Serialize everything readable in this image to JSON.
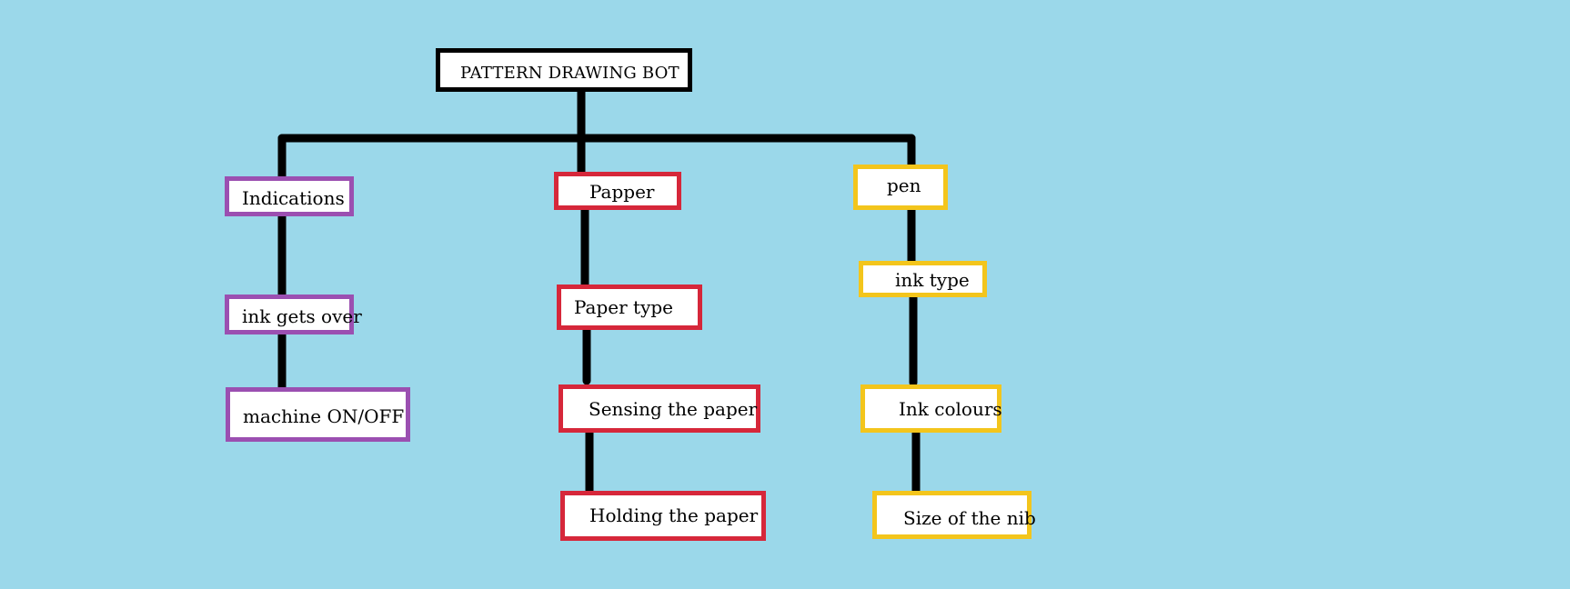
{
  "diagram": {
    "root": {
      "label": "PATTERN DRAWING BOT"
    },
    "branches": [
      {
        "color": "#9b4fb1",
        "nodes": [
          "Indications",
          "ink gets over",
          "machine ON/OFF"
        ]
      },
      {
        "color": "#d6273a",
        "nodes": [
          "Papper",
          "Paper type",
          "Sensing the paper",
          "Holding the paper"
        ]
      },
      {
        "color": "#f3c51c",
        "nodes": [
          "pen",
          "ink type",
          "Ink colours",
          "Size of the nib"
        ]
      }
    ],
    "background_color": "#9bd8ea",
    "connector_color": "#000000"
  }
}
